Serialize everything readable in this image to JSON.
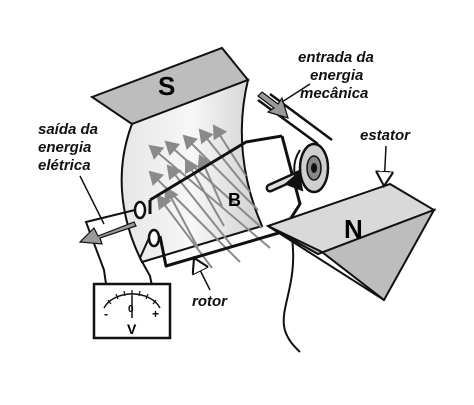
{
  "labels": {
    "magnet_s": "S",
    "magnet_n": "N",
    "field": "B",
    "output": [
      "saída da",
      "energia",
      "elétrica"
    ],
    "input": [
      "entrada da",
      "energia",
      "mecânica"
    ],
    "stator": "estator",
    "rotor": "rotor",
    "meter_symbol": "V",
    "meter_minus": "-",
    "meter_zero": "0",
    "meter_plus": "+"
  },
  "colors": {
    "magnet_face": "#bdbdbd",
    "magnet_side": "#d9d9d9",
    "ink": "#111111",
    "field_arrow": "#8a8a8a",
    "energy_arrow": "#9a9a9a"
  }
}
